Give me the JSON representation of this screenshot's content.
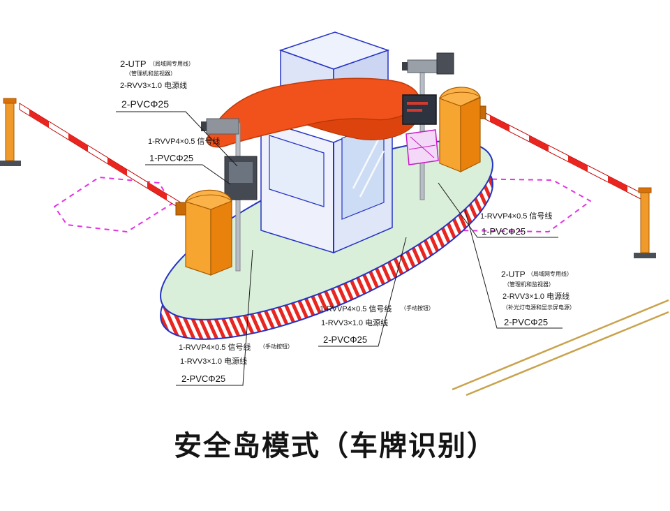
{
  "title": "安全岛模式（车牌识别）",
  "labels": {
    "top_left": {
      "l1": "2-UTP",
      "l1_note": "（局域网专用线）",
      "l2": "（管理机和监视器）",
      "l3": "2-RVV3×1.0 电源线",
      "l4": "2-PVCΦ25"
    },
    "left_mid": {
      "l1": "1-RVVP4×0.5 信号线",
      "l2": "1-PVCΦ25"
    },
    "bottom_left": {
      "l1": "1-RVVP4×0.5 信号线",
      "l1_note": "（手动按钮）",
      "l2": "1-RVV3×1.0 电源线",
      "l3": "2-PVCΦ25"
    },
    "bottom_center": {
      "l1": "1-RVVP4×0.5 信号线",
      "l1_note": "（手动按钮）",
      "l2": "1-RVV3×1.0 电源线",
      "l3": "2-PVCΦ25"
    },
    "right_mid": {
      "l1": "1-RVVP4×0.5 信号线",
      "l2": "1-PVCΦ25"
    },
    "right_lower": {
      "l1": "2-UTP",
      "l1_note": "（局域网专用线）",
      "l2": "（管理机和监视器）",
      "l3": "2-RVV3×1.0 电源线",
      "l4": "（补光灯电源和显示屏电源）",
      "l5": "2-PVCΦ25"
    }
  },
  "colors": {
    "outline_blue": "#2433c4",
    "island_green": "#d9efd9",
    "island_stripe_red": "#e8251f",
    "canopy_red": "#f1511b",
    "cabinet_orange": "#f7a531",
    "loop_magenta": "#e332e3",
    "road_line_tan": "#c9a24b"
  }
}
